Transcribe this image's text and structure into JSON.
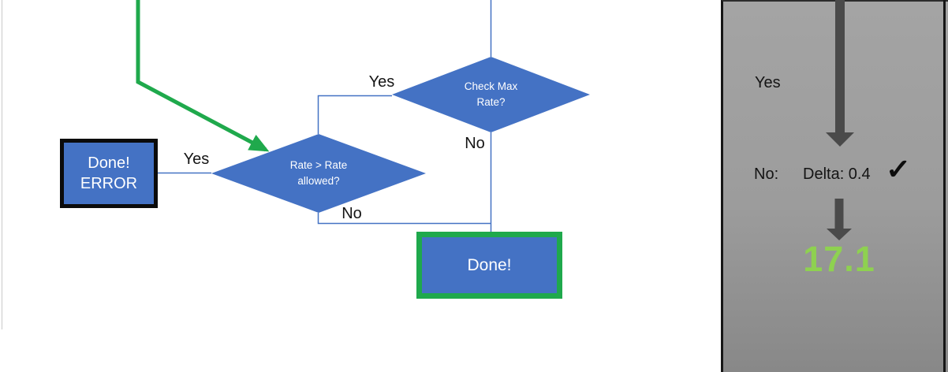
{
  "colors": {
    "shape_blue": "#4472C4",
    "flow_green": "#1FA94C",
    "result_green": "#8ED150",
    "arrow_gray": "#4A4A4A",
    "panel_gray": "#9C9C9C"
  },
  "flowchart": {
    "decision_check_max_rate": {
      "label": "Check Max\nRate?",
      "yes_label": "Yes",
      "no_label": "No"
    },
    "decision_rate_allowed": {
      "label": "Rate > Rate\nallowed?",
      "yes_label": "Yes",
      "no_label": "No"
    },
    "terminal_error": {
      "label": "Done!\nERROR"
    },
    "terminal_done": {
      "label": "Done!"
    }
  },
  "side_panel": {
    "yes_label": "Yes",
    "no_label": "No:",
    "delta_text": "Delta: 0.4",
    "checkmark": "✓",
    "result_value": "17.1"
  }
}
